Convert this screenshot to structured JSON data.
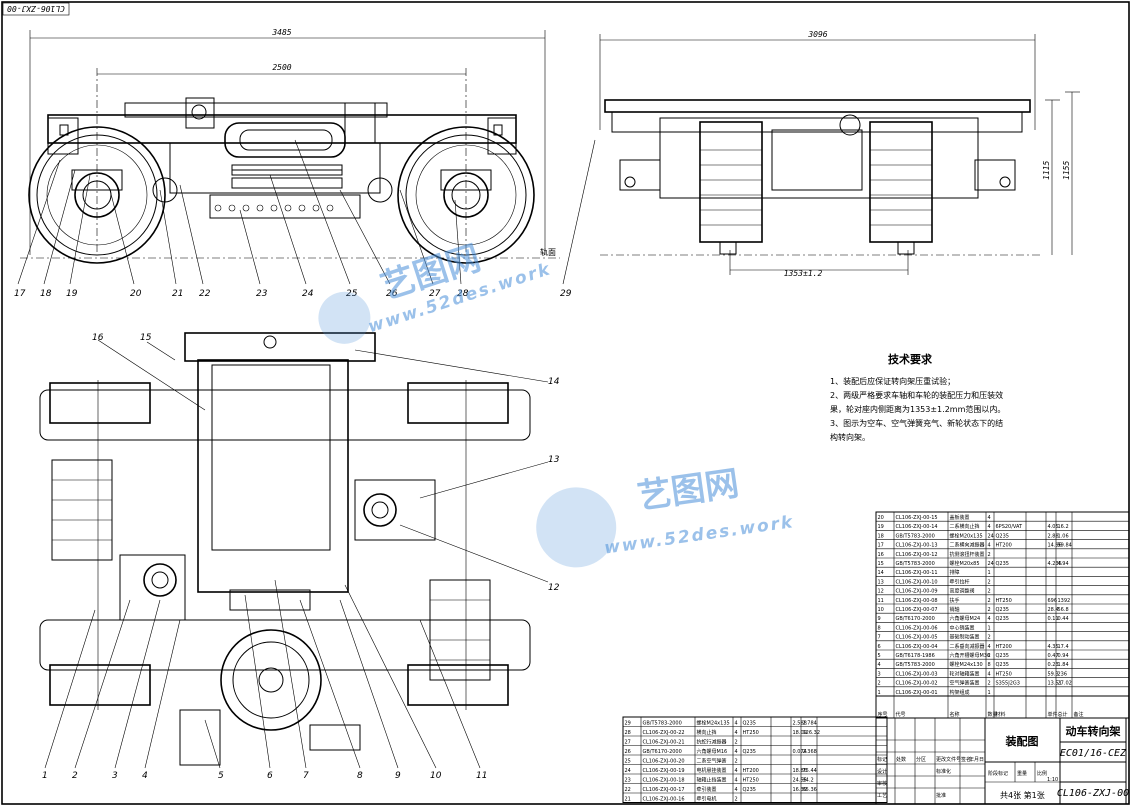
{
  "header_code": "CL106-ZXJ-00",
  "dimensions": {
    "side_overall": "3485",
    "side_wheelbase": "2500",
    "end_width": "3096",
    "end_height_1": "1115",
    "end_height_2": "1155",
    "end_gauge": "1353±1.2"
  },
  "rail_label": "轨面",
  "side_callouts": [
    "17",
    "18",
    "19",
    "20",
    "21",
    "22",
    "23",
    "24",
    "25",
    "26",
    "27",
    "28",
    "29"
  ],
  "plan_callouts_left": [
    "16",
    "15"
  ],
  "plan_callouts_right": [
    "14",
    "13",
    "12"
  ],
  "plan_callouts_bottom": [
    "1",
    "2",
    "3",
    "4",
    "5",
    "6",
    "7",
    "8",
    "9",
    "10",
    "11"
  ],
  "tech_requirements": {
    "title": "技术要求",
    "lines": [
      "1、装配后应保证转向架压重试验；",
      "2、两级严格要求车轴和车轮的装配压力和压装效",
      "果，轮对座内侧距离为1353±1.2mm范围以内。",
      "3、图示为空车、空气弹簧充气、新轮状态下的结",
      "构转向架。"
    ]
  },
  "parts_right": [
    [
      "20",
      "CL106-ZXJ-00-15",
      "盖板装置",
      "4",
      "",
      "",
      "",
      ""
    ],
    [
      "19",
      "CL106-ZXJ-00-14",
      "二系横向止挡",
      "4",
      "6PS20/VAT",
      "",
      "4.05",
      "16.2"
    ],
    [
      "18",
      "GB/T5783-2000",
      "螺栓M20x135",
      "24",
      "Q235",
      "",
      "2.88",
      "1.06"
    ],
    [
      "17",
      "CL106-ZXJ-00-13",
      "二系横向减振器",
      "4",
      "HT200",
      "",
      "14.96",
      "59.84"
    ],
    [
      "16",
      "CL106-ZXJ-00-12",
      "抗侧滚扭杆装置",
      "2",
      "",
      "",
      "",
      ""
    ],
    [
      "15",
      "GB/T5783-2000",
      "螺栓M20x85",
      "24",
      "Q235",
      "",
      "4.235",
      "4.94"
    ],
    [
      "14",
      "CL106-ZXJ-00-11",
      "排障",
      "1",
      "",
      "",
      "",
      ""
    ],
    [
      "13",
      "CL106-ZXJ-00-10",
      "牵引拉杆",
      "2",
      "",
      "",
      "",
      ""
    ],
    [
      "12",
      "CL106-ZXJ-00-09",
      "高度调整阀",
      "2",
      "",
      "",
      "",
      ""
    ],
    [
      "11",
      "CL106-ZXJ-00-08",
      "扶手",
      "2",
      "HT250",
      "",
      "696",
      "1392"
    ],
    [
      "10",
      "CL106-ZXJ-00-07",
      "销轴",
      "2",
      "Q235",
      "",
      "28.4",
      "56.8"
    ],
    [
      "9",
      "GB/T6170-2000",
      "六角螺母M24",
      "4",
      "Q235",
      "",
      "0.11",
      "0.44"
    ],
    [
      "8",
      "CL106-ZXJ-00-06",
      "中心销装置",
      "1",
      "",
      "",
      "",
      ""
    ],
    [
      "7",
      "CL106-ZXJ-00-05",
      "基础制动装置",
      "2",
      "",
      "",
      "",
      ""
    ],
    [
      "6",
      "CL106-ZXJ-00-04",
      "二系垂向减振器",
      "4",
      "HT200",
      "",
      "4.35",
      "17.4"
    ],
    [
      "5",
      "GB/T6178-1986",
      "六角开槽螺母M36",
      "2",
      "Q235",
      "",
      "0.47",
      "0.94"
    ],
    [
      "4",
      "GB/T5783-2000",
      "螺栓M24x130",
      "8",
      "Q235",
      "",
      "0.23",
      "1.84"
    ],
    [
      "3",
      "CL106-ZXJ-00-03",
      "轮对轴箱装置",
      "4",
      "HT250",
      "",
      "59.3",
      "236"
    ],
    [
      "2",
      "CL106-ZXJ-00-02",
      "空气弹簧装置",
      "2",
      "S355J2G3",
      "",
      "13.51",
      "27.02"
    ],
    [
      "1",
      "CL106-ZXJ-00-01",
      "构架组成",
      "1",
      "",
      "",
      "",
      ""
    ]
  ],
  "parts_header": [
    "序号",
    "代号",
    "名称",
    "数量",
    "材料",
    "",
    "单件",
    "总计",
    "备注"
  ],
  "parts_lower": [
    [
      "29",
      "GB/T5783-2000",
      "螺栓M24x135",
      "4",
      "Q235",
      "",
      "2.588",
      "2.784"
    ],
    [
      "28",
      "CL106-ZXJ-00-22",
      "横向止挡",
      "4",
      "HT250",
      "",
      "18.09",
      "126.32"
    ],
    [
      "27",
      "CL106-ZXJ-00-21",
      "抗蛇行减振器",
      "2",
      "",
      "",
      "",
      ""
    ],
    [
      "26",
      "GB/T6170-2000",
      "六角螺母M16",
      "4",
      "Q235",
      "",
      "0.074",
      "2.368"
    ],
    [
      "25",
      "CL106-ZXJ-00-20",
      "二系空气弹簧",
      "2",
      "",
      "",
      "",
      ""
    ],
    [
      "24",
      "CL106-ZXJ-00-19",
      "电机悬挂装置",
      "4",
      "HT200",
      "",
      "18.86",
      "75.44"
    ],
    [
      "23",
      "CL106-ZXJ-00-18",
      "轴箱止挡装置",
      "4",
      "HT250",
      "",
      "24.55",
      "94.2"
    ],
    [
      "22",
      "CL106-ZXJ-00-17",
      "牵引装置",
      "4",
      "Q235",
      "",
      "16.39",
      "65.36"
    ],
    [
      "21",
      "CL106-ZXJ-00-16",
      "牵引电机",
      "2",
      "",
      "",
      "",
      ""
    ]
  ],
  "title_block": {
    "drawing_type": "装配图",
    "name": "动车转向架",
    "model": "EC01/16-CEZ",
    "code": "CL106-ZXJ-00",
    "scale": "1:10",
    "sheet": "共4张  第1张",
    "labels": [
      "标记",
      "处数",
      "分区",
      "更改文件号",
      "签名",
      "年月日",
      "设计",
      "标准化",
      "阶段标记",
      "重量",
      "比例",
      "审核",
      "工艺",
      "批准"
    ]
  },
  "watermark": {
    "brand": "艺图网",
    "url": "www.52des.work"
  }
}
